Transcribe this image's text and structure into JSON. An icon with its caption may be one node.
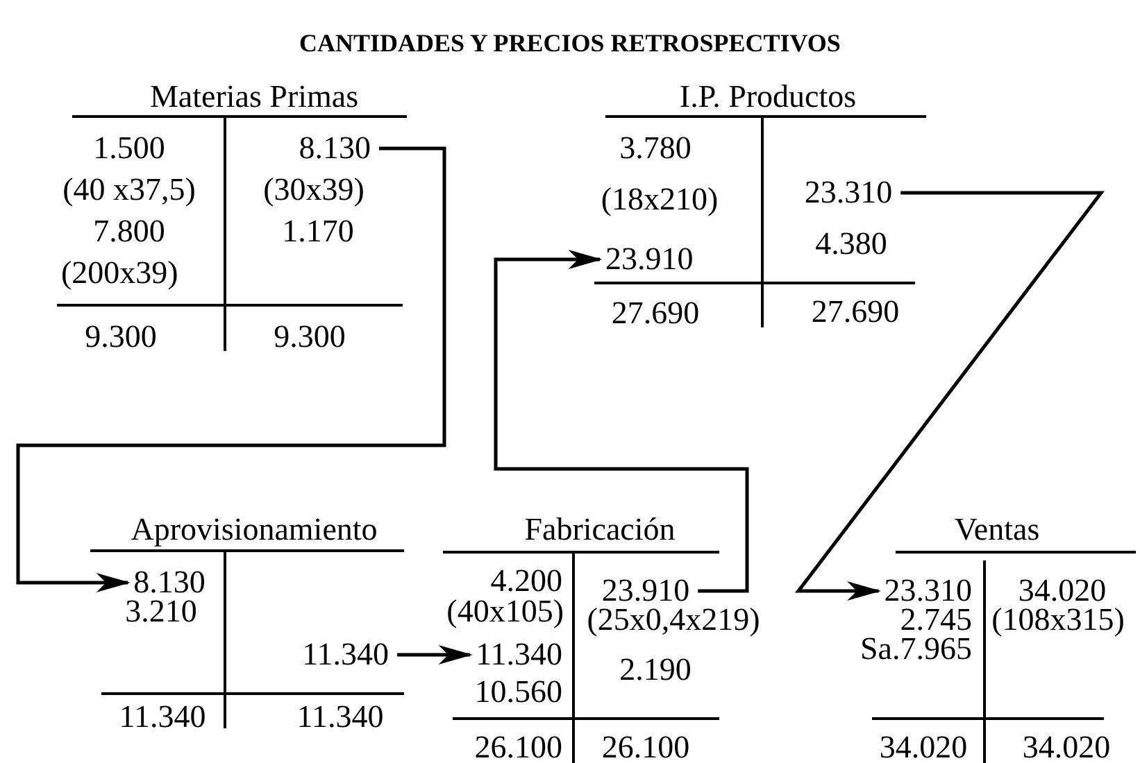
{
  "diagram": {
    "title": "CANTIDADES Y PRECIOS RETROSPECTIVOS",
    "nodes": [
      {
        "text": [
          "Materias Primas"
        ]
      },
      {
        "text": [
          "1.500"
        ],
        "in": 0
      },
      {
        "text": [
          "(40 x37,5)"
        ],
        "in": 0
      },
      {
        "text": [
          "7.800"
        ],
        "in": 0
      },
      {
        "text": [
          "(200x39)"
        ],
        "in": 0
      },
      {
        "text": [
          "8.130"
        ],
        "in": 0
      },
      {
        "text": [
          "(30x39)"
        ],
        "in": 0
      },
      {
        "text": [
          "1.170"
        ],
        "in": 0
      },
      {
        "text": [
          "9.300"
        ],
        "in": 0
      },
      {
        "text": [
          "9.300"
        ],
        "in": 0
      },
      {
        "text": [
          "I.P. Productos"
        ]
      },
      {
        "text": [
          "3.780"
        ],
        "in": 10
      },
      {
        "text": [
          "(18x210)"
        ],
        "in": 10
      },
      {
        "text": [
          "23.910"
        ],
        "in": 10
      },
      {
        "text": [
          "23.310"
        ],
        "in": 10
      },
      {
        "text": [
          "4.380"
        ],
        "in": 10
      },
      {
        "text": [
          "27.690"
        ],
        "in": 10
      },
      {
        "text": [
          "27.690"
        ],
        "in": 10
      },
      {
        "text": [
          "Aprovisionamiento"
        ]
      },
      {
        "text": [
          "8.130"
        ],
        "in": 18
      },
      {
        "text": [
          "3.210"
        ],
        "in": 18
      },
      {
        "text": [
          "11.340"
        ],
        "in": 18
      },
      {
        "text": [
          "11.340"
        ],
        "in": 18
      },
      {
        "text": [
          "11.340"
        ],
        "in": 18
      },
      {
        "text": [
          "Fabricación"
        ]
      },
      {
        "text": [
          "4.200"
        ],
        "in": 24
      },
      {
        "text": [
          "(40x105)"
        ],
        "in": 24
      },
      {
        "text": [
          "11.340"
        ],
        "in": 24
      },
      {
        "text": [
          "10.560"
        ],
        "in": 24
      },
      {
        "text": [
          "23.910"
        ],
        "in": 24
      },
      {
        "text": [
          "(25x0,4x219)"
        ],
        "in": 24
      },
      {
        "text": [
          "2.190"
        ],
        "in": 24
      },
      {
        "text": [
          "26.100"
        ],
        "in": 24
      },
      {
        "text": [
          "26.100"
        ],
        "in": 24
      },
      {
        "text": [
          "Ventas"
        ]
      },
      {
        "text": [
          "23.310"
        ],
        "in": 34
      },
      {
        "text": [
          "2.745"
        ],
        "in": 34
      },
      {
        "text": [
          "Sa.7.965"
        ],
        "in": 34
      },
      {
        "text": [
          "34.020"
        ],
        "in": 34
      },
      {
        "text": [
          "(108x315)"
        ],
        "in": 34
      },
      {
        "text": [
          "34.020"
        ],
        "in": 34
      },
      {
        "text": [
          "34.020"
        ],
        "in": 34
      }
    ],
    "edges": [
      {
        "from": 5,
        "to": 19,
        "arrow": "to"
      },
      {
        "from": 21,
        "to": 27,
        "arrow": "to"
      },
      {
        "from": 29,
        "to": 13,
        "arrow": "to"
      },
      {
        "from": 14,
        "to": 35,
        "arrow": "to"
      }
    ]
  }
}
